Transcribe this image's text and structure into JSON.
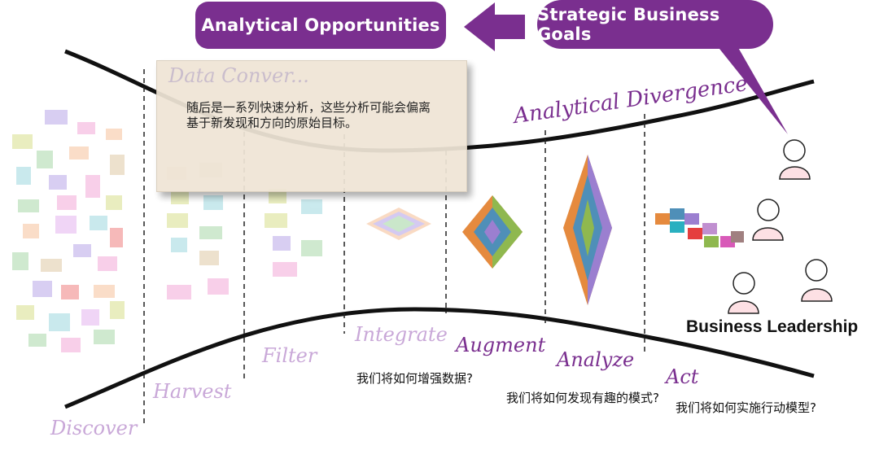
{
  "header": {
    "left_pill": "Analytical Opportunities",
    "right_pill": "Strategic Business Goals"
  },
  "curve_label": "Analytical Divergence",
  "note": {
    "ghost_title": "Data Conver...",
    "text": "随后是一系列快速分析，这些分析可能会偏离基于新发现和方向的原始目标。"
  },
  "stages": [
    {
      "label": "Discover",
      "color": "#c9a8d8"
    },
    {
      "label": "Harvest",
      "color": "#c9a8d8"
    },
    {
      "label": "Filter",
      "color": "#c9a8d8"
    },
    {
      "label": "Integrate",
      "color": "#c9a8d8"
    },
    {
      "label": "Augment",
      "color": "#7a2f8f"
    },
    {
      "label": "Analyze",
      "color": "#7a2f8f"
    },
    {
      "label": "Act",
      "color": "#7a2f8f"
    }
  ],
  "questions": {
    "augment": "我们将如何增强数据?",
    "analyze": "我们将如何发现有趣的模式?",
    "act": "我们将如何实施行动模型?"
  },
  "leadership_label": "Business Leadership",
  "colors": {
    "purple": "#7a2f8f",
    "light_purple": "#c9a8d8",
    "note_bg": "#efe5d6"
  }
}
